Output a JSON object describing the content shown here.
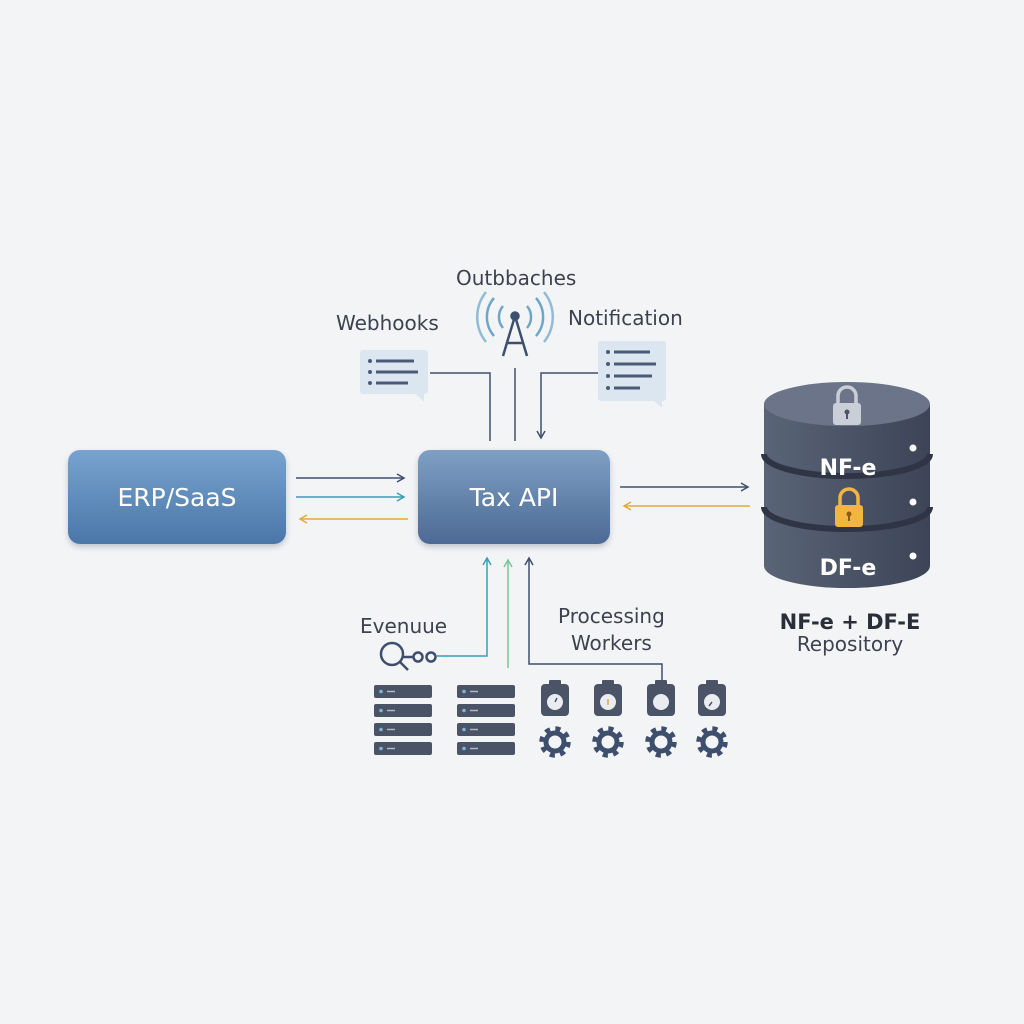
{
  "nodes": {
    "erp": "ERP/SaaS",
    "api": "Tax API"
  },
  "labels": {
    "outbound": "Outbbaches",
    "webhooks": "Webhooks",
    "notification": "Notification",
    "queue": "Evenuue",
    "workers_line1": "Processing",
    "workers_line2": "Workers"
  },
  "repository": {
    "layer_top": "NF-e",
    "layer_bottom": "DF-e",
    "title": "NF-e + DF-E",
    "subtitle": "Repository"
  },
  "icons": {
    "outbound": "antenna-icon",
    "webhooks": "message-card-icon",
    "notification": "message-card-icon",
    "queue": "key-icon",
    "lock_top": "padlock-icon",
    "lock_middle": "padlock-icon",
    "servers": "server-rack-icon",
    "workers": "gear-icon"
  },
  "colors": {
    "background": "#f3f4f6",
    "node_blue": "#5a86b8",
    "arrow_navy": "#3e4f6e",
    "arrow_teal": "#3a9fb5",
    "arrow_amber": "#e6a93a",
    "arrow_green": "#7cc39a",
    "database": "#4d5669",
    "lock_gold": "#f2b640"
  }
}
